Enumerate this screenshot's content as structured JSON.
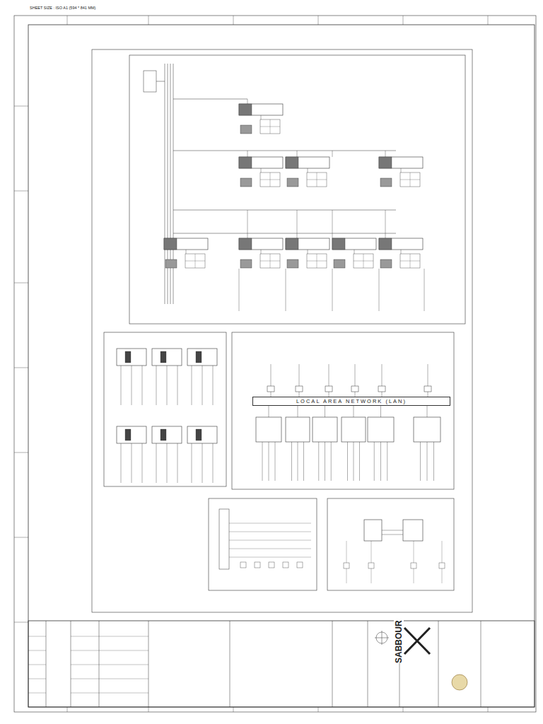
{
  "diagram": {
    "nodes": [
      {
        "text": [
          "LOCAL AREA NETWORK (LAN)"
        ]
      }
    ],
    "labels": [
      "SHEET SIZE : ISO A1 (594 * 841 MM)",
      "SABBOUR"
    ]
  }
}
